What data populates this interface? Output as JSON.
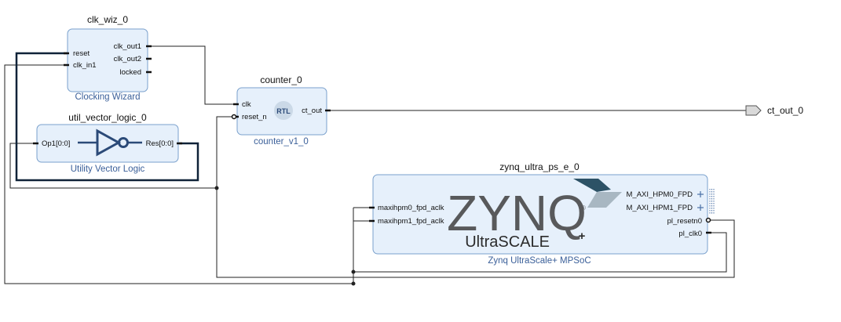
{
  "blocks": {
    "clk_wiz": {
      "name": "clk_wiz_0",
      "subtitle": "Clocking Wizard",
      "ports_in": [
        "reset",
        "clk_in1"
      ],
      "ports_out": [
        "clk_out1",
        "clk_out2",
        "locked"
      ]
    },
    "util_vector_logic": {
      "name": "util_vector_logic_0",
      "subtitle": "Utility Vector Logic",
      "port_in": "Op1[0:0]",
      "port_out": "Res[0:0]"
    },
    "counter": {
      "name": "counter_0",
      "subtitle": "counter_v1_0",
      "badge": "RTL",
      "ports_in": [
        "clk",
        "reset_n"
      ],
      "port_out": "ct_out"
    },
    "zynq": {
      "name": "zynq_ultra_ps_e_0",
      "subtitle": "Zynq UltraScale+ MPSoC",
      "logo_main": "ZYNQ",
      "logo_reg": "®",
      "logo_sub": "UltraSCALE",
      "logo_plus": "+",
      "ports_in": [
        "maxihpm0_fpd_aclk",
        "maxihpm1_fpd_aclk"
      ],
      "ports_out": [
        "M_AXI_HPM0_FPD",
        "M_AXI_HPM1_FPD",
        "pl_resetn0",
        "pl_clk0"
      ]
    }
  },
  "external_ports": {
    "ct_out": "ct_out_0"
  },
  "colors": {
    "block_fill": "#e6f0fb",
    "block_stroke": "#7aa0cc",
    "subtitle_text": "#3a5f99",
    "wire": "#222222",
    "bus_wire": "#0f2238"
  }
}
